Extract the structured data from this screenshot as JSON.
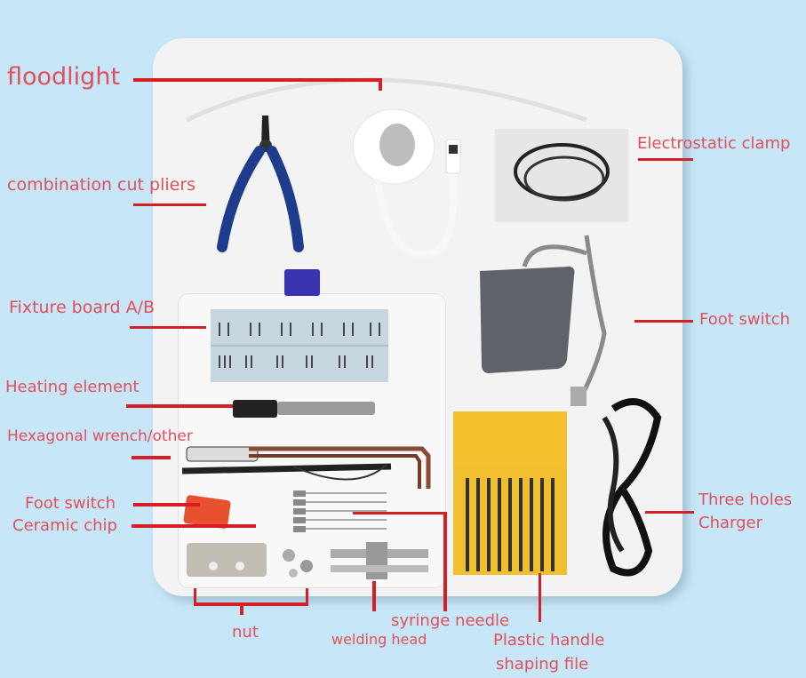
{
  "colors": {
    "background": "#c7e6f7",
    "board": "#f3f3f3",
    "label_text": "#e0505a",
    "leader_line": "#d41f26"
  },
  "labels": {
    "floodlight": "floodlight",
    "pliers": "combination cut pliers",
    "fixture_board": "Fixture board A/B",
    "heating_element": "Heating element",
    "hex_wrench": "Hexagonal wrench/other",
    "foot_switch_small": "Foot switch",
    "ceramic_chip": "Ceramic chip",
    "nut": "nut",
    "welding_head": "welding head",
    "syringe_needle": "syringe needle",
    "file_line1": "Plastic handle",
    "file_line2": "shaping file",
    "electrostatic_clamp": "Electrostatic clamp",
    "foot_switch_pedal": "Foot switch",
    "charger_line1": "Three holes",
    "charger_line2": "Charger"
  },
  "items": [
    "floodlight-lamp",
    "cut-pliers",
    "fixture-board-box",
    "heating-element",
    "hex-wrench-set",
    "micro-switch",
    "syringe-needles",
    "nuts",
    "welding-heads",
    "needle-file-set",
    "electrostatic-clamp-bag",
    "foot-pedal",
    "power-cord"
  ]
}
